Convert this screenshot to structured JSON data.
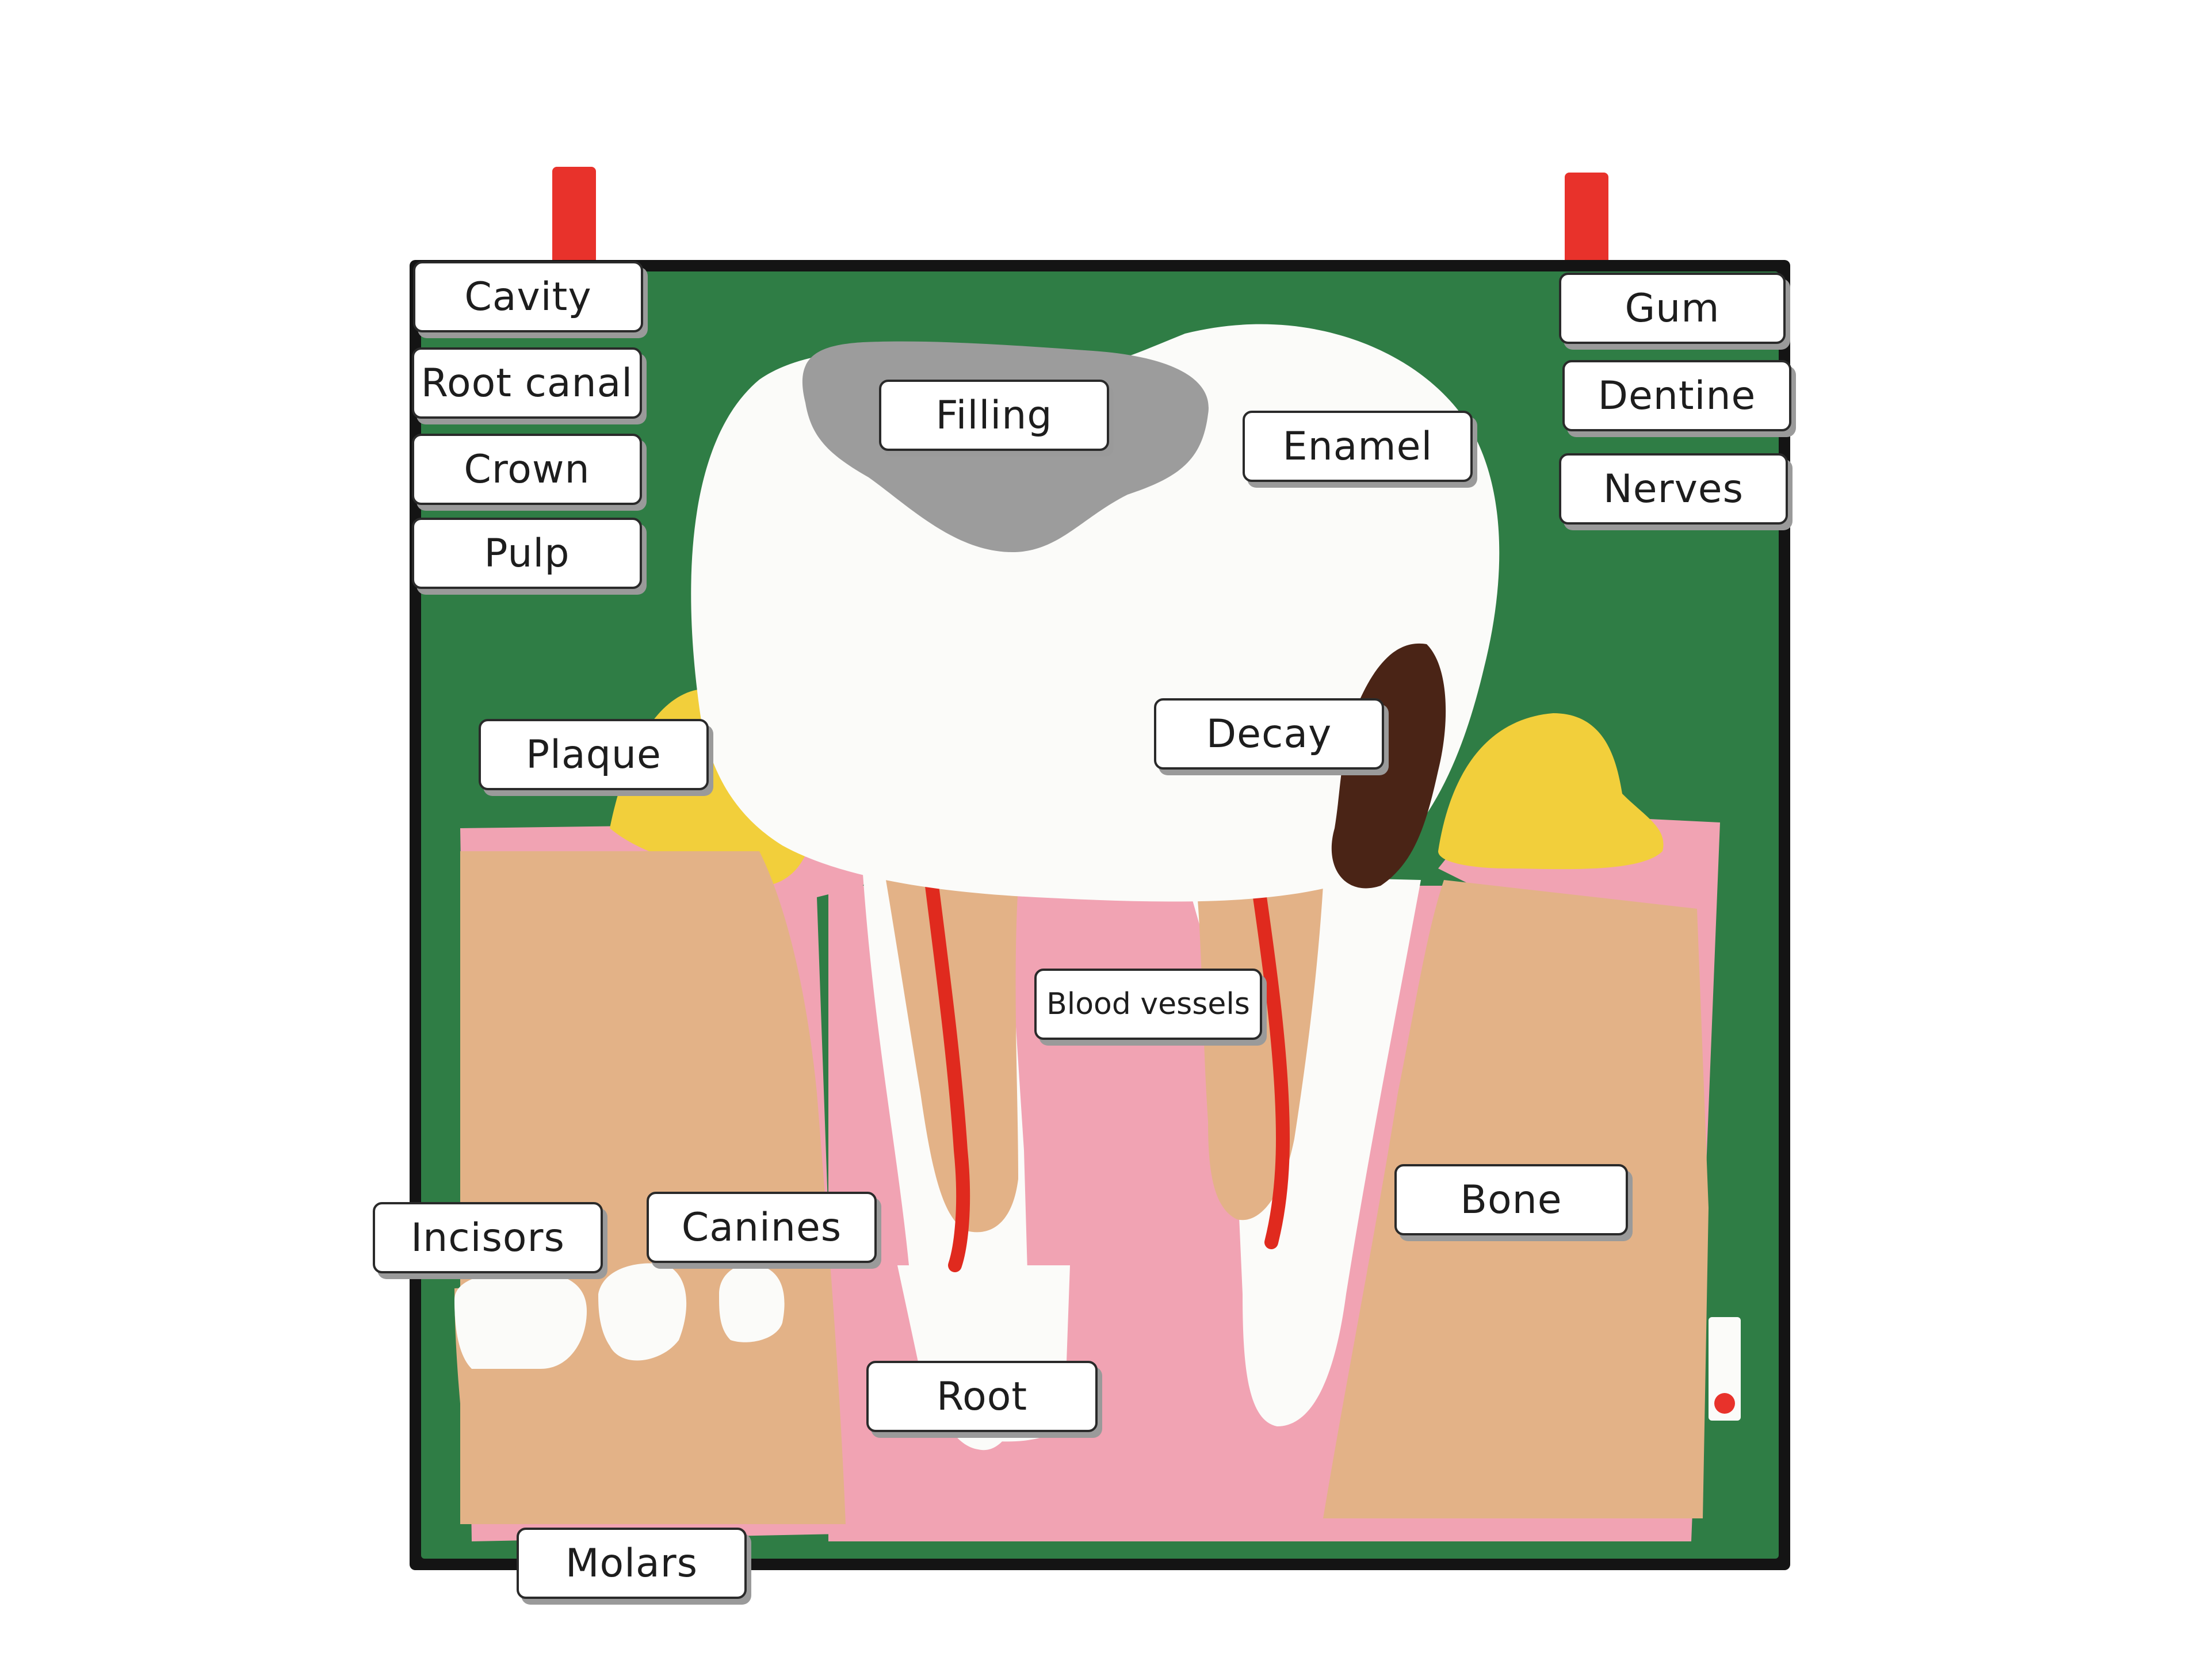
{
  "labels": {
    "cavity": "Cavity",
    "root_canal": "Root canal",
    "crown": "Crown",
    "pulp": "Pulp",
    "gum": "Gum",
    "dentine": "Dentine",
    "nerves": "Nerves",
    "filling": "Filling",
    "enamel": "Enamel",
    "decay": "Decay",
    "plaque": "Plaque",
    "blood_vessels": "Blood vessels",
    "bone": "Bone",
    "incisors": "Incisors",
    "canines": "Canines",
    "root": "Root",
    "molars": "Molars"
  },
  "colors": {
    "felt_green": "#2f7d45",
    "border_black": "#141414",
    "hanger_red": "#e8322b",
    "tooth_white": "#fbfbf9",
    "filling_gray": "#9c9c9c",
    "decay_brown": "#4a2416",
    "plaque_yellow": "#f2cf3b",
    "gum_pink": "#f1a3b3",
    "bone_tan": "#e3b287",
    "vessel_red": "#e02a1e"
  }
}
